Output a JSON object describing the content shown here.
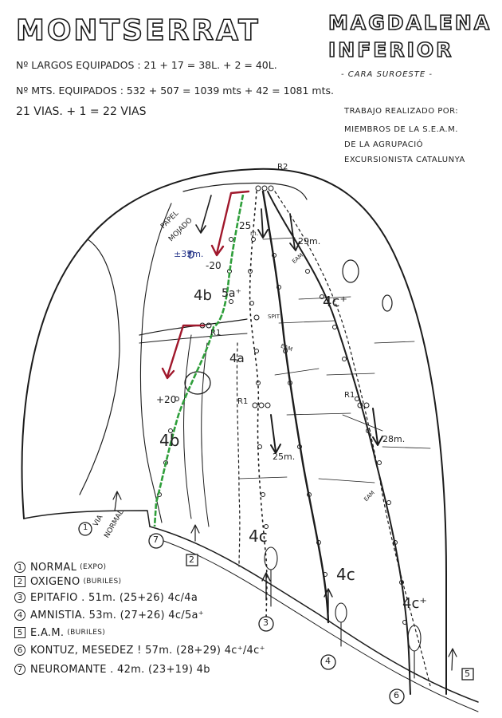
{
  "header": {
    "title_left": "MONTSERRAT",
    "title_right_1": "MAGDALENA",
    "title_right_2": "INFERIOR",
    "subtitle_right": "- CARA SUROESTE -",
    "stats": [
      "Nº LARGOS EQUIPADOS : 21 + 17 = 38L. + 2 = 40L.",
      "Nº MTS. EQUIPADOS : 532 + 507 = 1039 mts + 42 = 1081 mts.",
      "21 VIAS. + 1 = 22 VIAS"
    ],
    "credits": [
      "TRABAJO REALIZADO POR:",
      "MIEMBROS DE LA S.E.A.M.",
      "DE LA AGRUPACIÓ",
      "EXCURSIONISTA CATALUNYA"
    ]
  },
  "topo_labels": {
    "papel": "PAPEL",
    "mojado": "MOJADO",
    "plus35": "±35m.",
    "minus20": "-20",
    "plus20": "+20",
    "grade_4b_top": "4b",
    "grade_5a": "5a⁺",
    "grade_4a": "4a",
    "grade_4c_upper": "4c⁺",
    "grade_4b_low": "4b",
    "grade_4c_a": "4c",
    "grade_4c_b": "4c",
    "grade_4c_c": "4c⁺",
    "len_25": "25",
    "len_25m": "m.",
    "len_29": "29m.",
    "len_25b": "25m.",
    "len_28": "28m.",
    "r1_a": "R1",
    "r1_b": "R1",
    "r1_c": "R1",
    "r2": "R2",
    "spit": "SPIT",
    "eam_1": "EAM",
    "eam_2": "EAM",
    "eam_3": "EAM",
    "via_normal_1": "VIA",
    "via_normal_2": "NORMAL",
    "num_1": "1",
    "num_2": "2",
    "num_3": "3",
    "num_4": "4",
    "num_5": "5",
    "num_6": "6",
    "num_7": "7"
  },
  "legend": [
    {
      "num": "1",
      "shape": "circle",
      "text": "NORMAL",
      "note": "(EXPO)"
    },
    {
      "num": "2",
      "shape": "square",
      "text": "OXIGENO",
      "note": "(BURILES)"
    },
    {
      "num": "3",
      "shape": "circle",
      "text": "EPITAFIO . 51m. (25+26) 4c/4a",
      "note": ""
    },
    {
      "num": "4",
      "shape": "circle",
      "text": "AMNISTIA. 53m. (27+26) 4c/5a⁺",
      "note": ""
    },
    {
      "num": "5",
      "shape": "square",
      "text": "E.A.M.",
      "note": "(BURILES)"
    },
    {
      "num": "6",
      "shape": "circle",
      "text": "KONTUZ, MESEDEZ ! 57m. (28+29) 4c⁺/4c⁺",
      "note": ""
    },
    {
      "num": "7",
      "shape": "circle",
      "text": "NEUROMANTE . 42m. (23+19) 4b",
      "note": ""
    }
  ],
  "colors": {
    "ink": "#1c1c1c",
    "route_green": "#2e9e3a",
    "descent_red": "#a0182c",
    "pen_blue": "#2b3a8c"
  }
}
